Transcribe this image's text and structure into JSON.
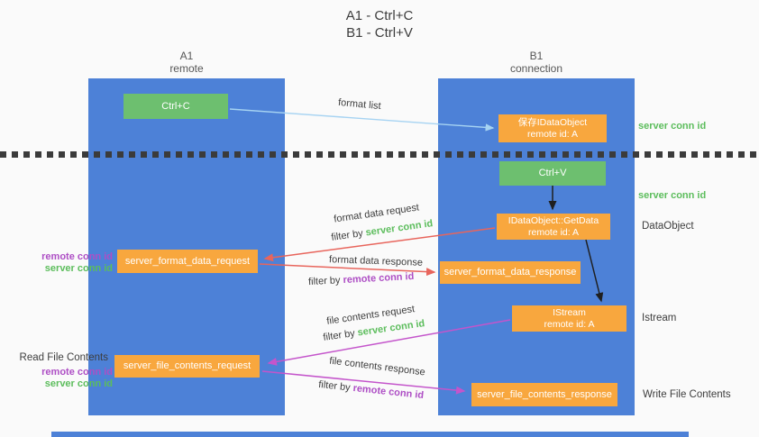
{
  "colors": {
    "bg": "#fafafa",
    "column-blue": "#4d81d7",
    "green": "#6dbf6f",
    "orange": "#f8a73e",
    "green-text": "#5cbd5c",
    "purple-text": "#ae4fc5",
    "red-arrow": "#e8655c",
    "magenta-arrow": "#c455cb",
    "blue-arrow": "#a6d3f2",
    "black-arrow": "#1f1f1f",
    "dark-text": "#3d3d3d",
    "gray-text": "#575757",
    "dotted-line": "#3b3b3b"
  },
  "title": {
    "line1": "A1 - Ctrl+C",
    "line2": "B1 - Ctrl+V"
  },
  "lanes": {
    "left": {
      "title": "A1",
      "subtitle": "remote"
    },
    "right": {
      "title": "B1",
      "subtitle": "connection"
    }
  },
  "nodes": {
    "ctrl_c": {
      "label": "Ctrl+C"
    },
    "ctrl_v": {
      "label": "Ctrl+V"
    },
    "save_idataobject": {
      "line1": "保存IDataObject",
      "line2": "remote id: A"
    },
    "getdata": {
      "line1": "IDataObject::GetData",
      "line2": "remote id: A"
    },
    "istream": {
      "line1": "IStream",
      "line2": "remote id: A"
    },
    "server_format_data_request": {
      "label": "server_format_data_request"
    },
    "server_format_data_response": {
      "label": "server_format_data_response"
    },
    "server_file_contents_request": {
      "label": "server_file_contents_request"
    },
    "server_file_contents_response": {
      "label": "server_file_contents_response"
    }
  },
  "arrow_labels": {
    "format_list": "format list",
    "format_data_request": "format data request",
    "format_data_request_filter_prefix": "filter by ",
    "format_data_request_filter_key": "server conn id",
    "format_data_response": "format data response",
    "format_data_response_filter_prefix": "filter by ",
    "format_data_response_filter_key": "remote conn id",
    "file_contents_request": "file contents request",
    "file_contents_request_filter_prefix": "filter by ",
    "file_contents_request_filter_key": "server conn id",
    "file_contents_response": "file contents response",
    "file_contents_response_filter_prefix": "filter by ",
    "file_contents_response_filter_key": "remote conn id"
  },
  "side_labels": {
    "server_conn_id_top": "server conn id",
    "server_conn_id_mid": "server conn id",
    "dataobject": "DataObject",
    "istream": "Istream",
    "write_file_contents": "Write File Contents",
    "read_file_contents": "Read File Contents",
    "format_remote_conn_id": "remote conn id",
    "format_server_conn_id": "server conn id",
    "file_remote_conn_id": "remote conn id",
    "file_server_conn_id": "server conn id"
  }
}
